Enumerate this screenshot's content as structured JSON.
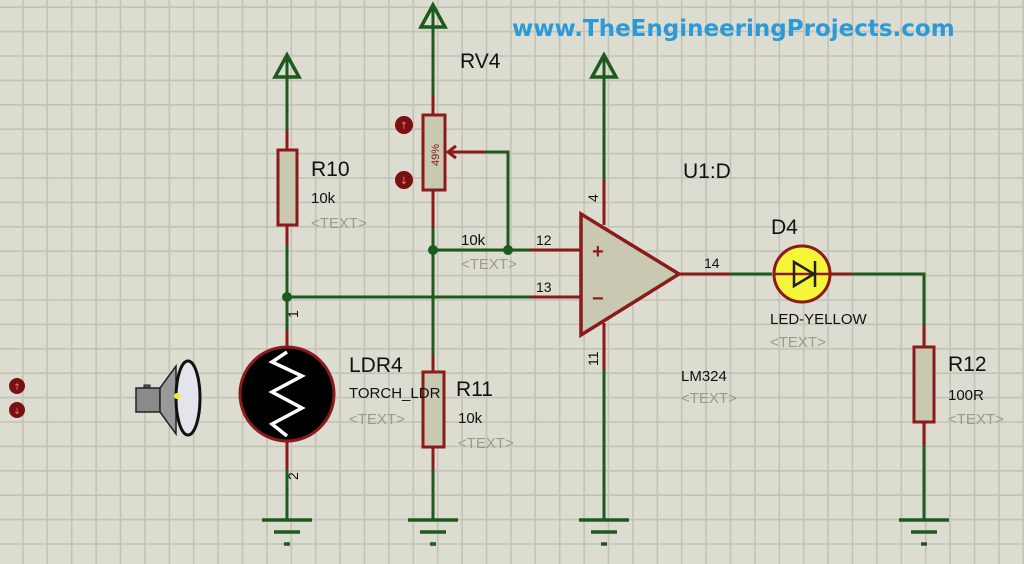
{
  "watermark": "www.TheEngineeringProjects.com",
  "colors": {
    "wire": "#1d5a1d",
    "pin": "#8b1a1a",
    "body": "#c9c9b2",
    "led": "#f5f53a",
    "background": "#dcdcd0",
    "watermark": "#2a9ad8"
  },
  "components": {
    "r10": {
      "ref": "R10",
      "value": "10k",
      "text": "<TEXT>"
    },
    "rv4": {
      "ref": "RV4",
      "value": "10k",
      "text": "<TEXT>",
      "position": "49%"
    },
    "r11": {
      "ref": "R11",
      "value": "10k",
      "text": "<TEXT>"
    },
    "ldr4": {
      "ref": "LDR4",
      "value": "TORCH_LDR",
      "text": "<TEXT>",
      "pin1": "1",
      "pin2": "2"
    },
    "u1": {
      "ref": "U1:D",
      "value": "LM324",
      "text": "<TEXT>",
      "pins": {
        "in_plus": "12",
        "in_minus": "13",
        "out": "14",
        "vcc": "4",
        "gnd": "11"
      },
      "plus": "+",
      "minus": "−"
    },
    "d4": {
      "ref": "D4",
      "value": "LED-YELLOW",
      "text": "<TEXT>"
    },
    "r12": {
      "ref": "R12",
      "value": "100R",
      "text": "<TEXT>"
    }
  },
  "icons": [
    "power-terminal-icon",
    "ground-icon",
    "increment-button-icon",
    "decrement-button-icon",
    "torch-icon"
  ]
}
